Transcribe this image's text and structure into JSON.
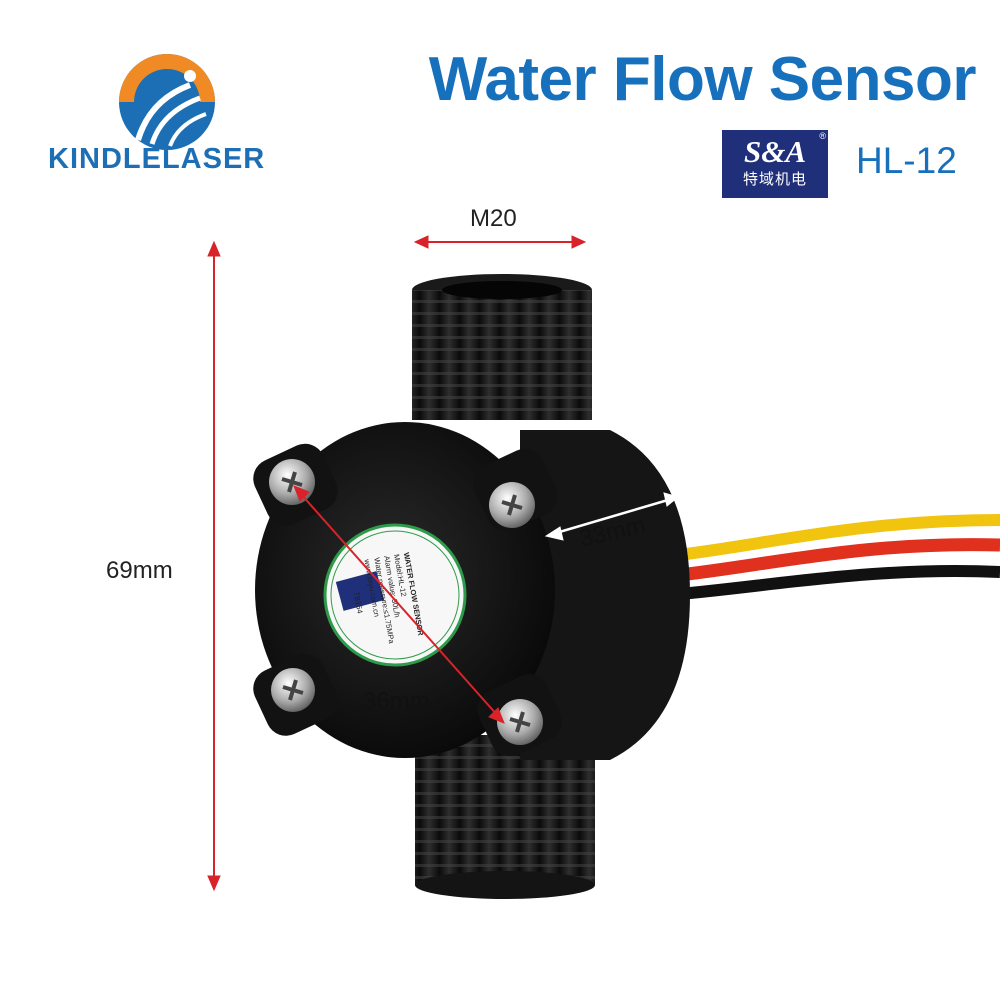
{
  "brand": {
    "wordmark": "KINDLELASER"
  },
  "header": {
    "title": "Water Flow Sensor",
    "model": "HL-12",
    "maker_logo": {
      "mark": "S&A",
      "cn": "特域机电",
      "reg": "®"
    }
  },
  "dimensions": {
    "thread": "M20",
    "height": "69mm",
    "diameter": "36mm",
    "depth": "33mm"
  },
  "label_text": {
    "line1": "WATER FLOW SENSOR",
    "line2": "Model:HL-12",
    "line3": "Alarm value: 30L/h",
    "line4": "Water pressure:≤1.75MPa",
    "line5": "www.teyu.com.cn",
    "code": "TB154"
  },
  "colors": {
    "brand_blue": "#1770bc",
    "logo_orange": "#f08a24",
    "dimension_red": "#d8232a",
    "maker_navy": "#1f2f7a"
  }
}
